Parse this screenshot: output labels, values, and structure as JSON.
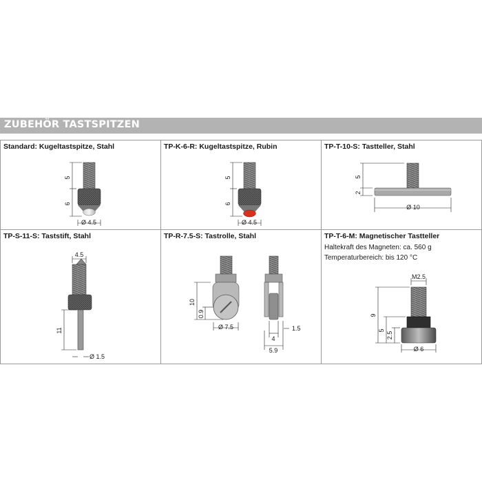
{
  "header": {
    "title": "ZUBEHÖR TASTSPITZEN"
  },
  "cells": [
    {
      "title": "Standard: Kugeltastspitze, Stahl",
      "dims": {
        "h_top": "5",
        "h_bottom": "6",
        "dia": "Ø 4.5"
      }
    },
    {
      "title": "TP-K-6-R: Kugeltastspitze, Rubin",
      "dims": {
        "h_top": "5",
        "h_bottom": "6",
        "dia": "Ø 4.5"
      }
    },
    {
      "title": "TP-T-10-S: Tastteller, Stahl",
      "dims": {
        "h_top": "5",
        "h_bottom": "2",
        "dia": "Ø 10"
      }
    },
    {
      "title": "TP-S-11-S: Taststift, Stahl",
      "dims": {
        "top": "4.5",
        "height": "11",
        "dia": "Ø 1.5"
      }
    },
    {
      "title": "TP-R-7.5-S: Tastrolle, Stahl",
      "dims": {
        "height": "10",
        "small": "0.9",
        "dia": "Ø 7.5",
        "a": "1.5",
        "b": "4",
        "c": "5.9"
      }
    },
    {
      "title": "TP-T-6-M: Magnetischer Tastteller",
      "lines": [
        "Haltekraft des Magneten: ca. 560 g",
        "Temperaturbereich: bis 120 °C"
      ],
      "dims": {
        "thread": "M2.5",
        "height": "9",
        "h5": "5",
        "h25": "2.5",
        "dia": "Ø 6"
      }
    }
  ],
  "colors": {
    "banner": "#b3b3b3",
    "ruby": "#d6331f",
    "metal": "#8a8a8a"
  }
}
